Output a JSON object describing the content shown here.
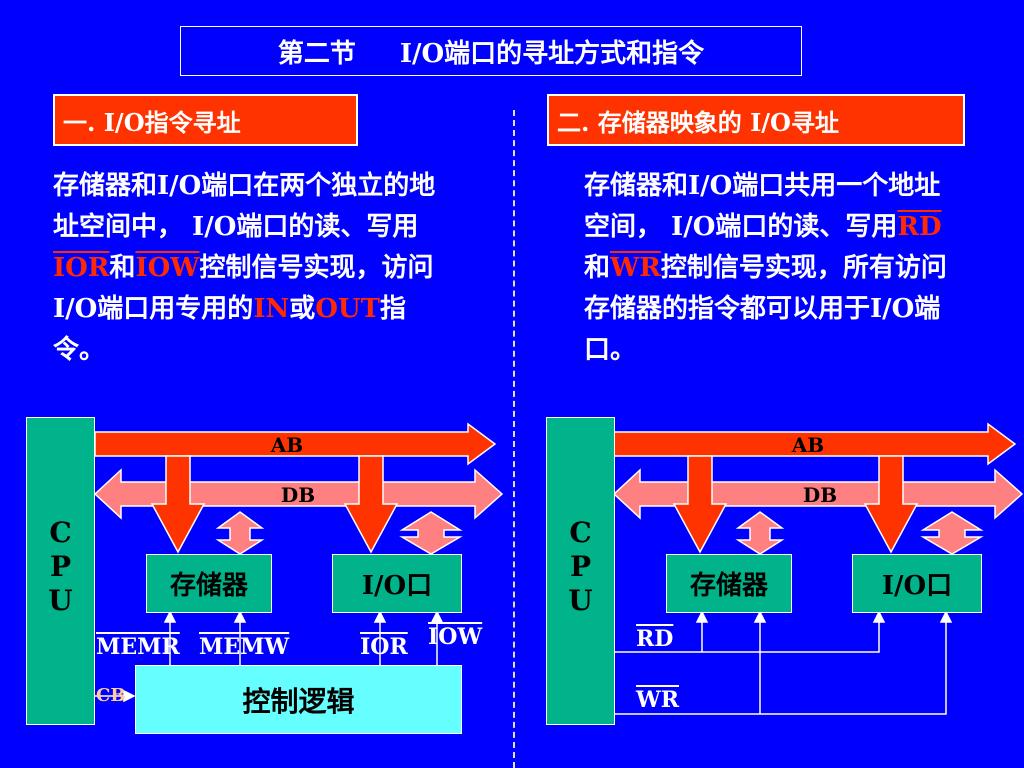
{
  "title": {
    "part1": "第二节",
    "part2": "I/O端口的寻址方式和指令"
  },
  "left": {
    "heading": "一. I/O指令寻址",
    "paragraph": [
      {
        "t": "存储器和I/O端口在两个独立的地址空间中， I/O端口的读、写用"
      },
      {
        "t": "IOR",
        "red": true,
        "overline": true
      },
      {
        "t": "和"
      },
      {
        "t": "IOW",
        "red": true,
        "overline": true
      },
      {
        "t": "控制信号实现，访问I/O端口用专用的"
      },
      {
        "t": "IN",
        "red": true
      },
      {
        "t": "或"
      },
      {
        "t": "OUT",
        "red": true
      },
      {
        "t": "指令。"
      }
    ],
    "cpu_letters": [
      "C",
      "P",
      "U"
    ],
    "ab_label": "AB",
    "db_label": "DB",
    "mem_box": "存储器",
    "io_box": "I/O口",
    "signals": {
      "memr": "MEMR",
      "memw": "MEMW",
      "ior": "IOR",
      "iow": "IOW"
    },
    "cb_label": "CB",
    "control_box": "控制逻辑"
  },
  "right": {
    "heading": "二. 存储器映象的 I/O寻址",
    "paragraph": [
      {
        "t": "存储器和I/O端口共用一个地址空间， I/O端口的读、写用"
      },
      {
        "t": "RD",
        "red": true,
        "overline": true
      },
      {
        "t": "和"
      },
      {
        "t": "WR",
        "red": true,
        "overline": true
      },
      {
        "t": "控制信号实现，所有访问存储器的指令都可以用于I/O端口。"
      }
    ],
    "cpu_letters": [
      "C",
      "P",
      "U"
    ],
    "ab_label": "AB",
    "db_label": "DB",
    "mem_box": "存储器",
    "io_box": "I/O口",
    "signals": {
      "rd": "RD",
      "wr": "WR"
    }
  },
  "colors": {
    "background": "#0000ff",
    "heading_fill": "#ff3300",
    "address_bus": "#ff3300",
    "data_bus": "#ff8080",
    "box_fill": "#00b38a",
    "control_fill": "#66ffff",
    "highlight_text": "#ff2a00"
  }
}
